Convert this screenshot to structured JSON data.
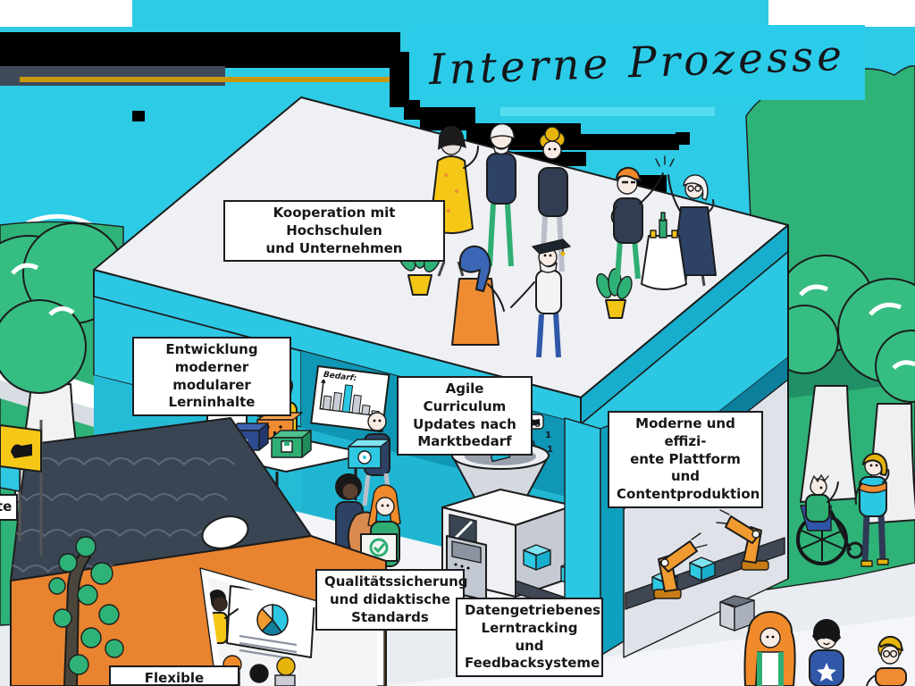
{
  "title": {
    "text": "Interne Prozesse"
  },
  "labels": {
    "kooperation": "Kooperation mit Hochschulen\nund Unternehmen",
    "entwicklung": "Entwicklung\nmoderner modularer\nLerninhalte",
    "agile": "Agile Curriculum\nUpdates nach\nMarktbedarf",
    "plattform": "Moderne und effizi-\nente Plattform und\nContentproduktion",
    "qualitaet": "Qualitätssicherung\nund didaktische\nStandards",
    "daten": "Datengetriebenes\nLerntracking und\nFeedbacksysteme",
    "flexible": "Flexible",
    "partial_left": "te"
  },
  "charts": {
    "bedarf": {
      "type": "bar",
      "title": "Bedarf:",
      "values": [
        3,
        4,
        6,
        4,
        2,
        1
      ],
      "highlight_index": 2,
      "bar_color": "#c9cdd5",
      "highlight_color": "#2bc7e3"
    },
    "pie": {
      "type": "pie",
      "values": [
        40,
        22,
        26,
        12
      ],
      "colors": [
        "#2bc7e3",
        "#12809c",
        "#f09b30",
        "#e9ecef"
      ]
    }
  },
  "machine": {
    "digits": [
      "0",
      "1",
      "0",
      "1",
      "1",
      "0"
    ]
  },
  "icons": {
    "flag": "thumbs-up",
    "video_box": "play-button",
    "save_box": "floppy-disk",
    "carried_box": "cd-disc",
    "logo_box": "checkmark-circle",
    "funnel_inputs": [
      "speech-bubble",
      "thumbs-up",
      "binary-digits"
    ],
    "graduate": "mortarboard"
  },
  "colors": {
    "sky": "#2ecbe6",
    "building": "#2bc7e3",
    "building_dark": "#0f97b5",
    "green": "#2fb277",
    "orange": "#e8832f",
    "robot": "#f09b30",
    "gold": "#f2c414"
  }
}
